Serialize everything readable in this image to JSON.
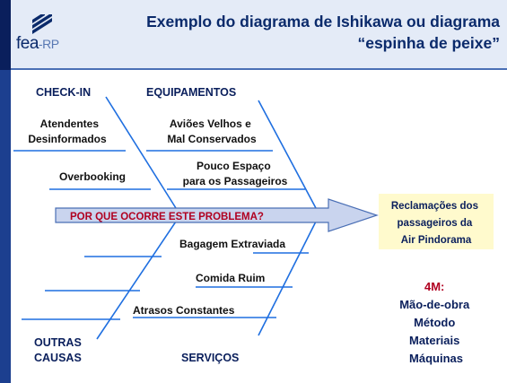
{
  "title": {
    "line1": "Exemplo do diagrama de Ishikawa ou diagrama",
    "line2": "“espinha de peixe”"
  },
  "logo": {
    "main": "fea",
    "suffix": "-RP"
  },
  "categories": {
    "check_in": "CHECK-IN",
    "equipamentos": "EQUIPAMENTOS",
    "outras_causas": [
      "OUTRAS",
      "CAUSAS"
    ],
    "servicos": "SERVIÇOS"
  },
  "causes": {
    "atendentes": [
      "Atendentes",
      "Desinformados"
    ],
    "overbooking": "Overbooking",
    "avioes": [
      "Aviões Velhos e",
      "Mal Conservados"
    ],
    "pouco_espaco": [
      "Pouco Espaço",
      "para os Passageiros"
    ],
    "bagagem": "Bagagem Extraviada",
    "comida": "Comida Ruim",
    "atrasos": "Atrasos Constantes"
  },
  "spine_label": "POR QUE OCORRE ESTE PROBLEMA?",
  "effect": [
    "Reclamações dos",
    "passageiros da",
    "Air Pindorama"
  ],
  "four_m": {
    "heading": "4M:",
    "items": [
      "Mão-de-obra",
      "Método",
      "Materiais",
      "Máquinas"
    ]
  },
  "colors": {
    "navy": "#0a1f5c",
    "bone_blue": "#1f6fe0",
    "heading_red": "#b00020",
    "effect_bg": "#fffacd",
    "arrow_fill": "#c9d4ee"
  }
}
